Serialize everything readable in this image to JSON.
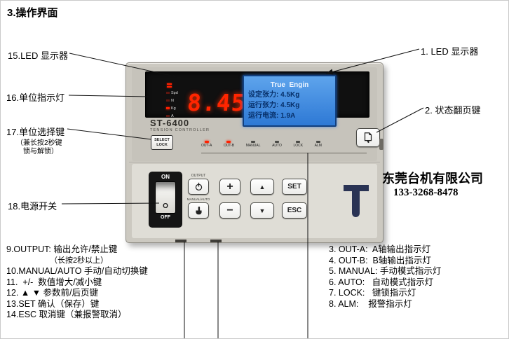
{
  "page": {
    "title": "3.操作界面"
  },
  "colors": {
    "lcd_blue": "#3f8ce4",
    "led_red": "#ff2000",
    "body_gray": "#ccc9c1"
  },
  "device": {
    "model": "ST-6400",
    "model_sub": "TENSION CONTROLLER",
    "led_display": "8.45",
    "unit_indicators": [
      "Spd",
      "N",
      "Kg",
      "A"
    ],
    "lcd": {
      "header": "True  Engin",
      "lines": [
        "设定张力: 4.5Kg",
        "运行张力: 4.5Kg",
        "运行电流: 1.9A"
      ]
    },
    "select_button": {
      "line1": "SELECT",
      "line2": "LOCK"
    },
    "indicators": [
      "OUT-A",
      "OUT-B",
      "MANUAL",
      "AUTO",
      "LOCK",
      "ALM"
    ],
    "power": {
      "on_label": "ON",
      "off_label": "OFF",
      "rocker_mark": "O"
    },
    "keys": {
      "output_label": "OUTPUT",
      "manual_auto_label": "MANUAL/AUTO",
      "plus": "+",
      "minus": "−",
      "up": "▲",
      "down": "▼",
      "set": "SET",
      "esc": "ESC"
    }
  },
  "callouts": {
    "led_display_left": "15.LED 显示器",
    "unit_lamp": "16.单位指示灯",
    "unit_select": "17.单位选择键",
    "unit_select_sub1": "（兼长按2秒键",
    "unit_select_sub2": "锁与解锁）",
    "power_switch": "18.电源开关",
    "led_display_right": "1. LED 显示器",
    "page_key": "2. 状态翻页键"
  },
  "company": {
    "name": "东莞台机有限公司",
    "phone": "133-3268-8478"
  },
  "notes_left": [
    "9.OUTPUT: 输出允许/禁止键",
    "（长按2秒以上）",
    "10.MANUAL/AUTO 手动/自动切换键",
    "11.  +/-  数值增大/减小键",
    "12. ▲ ▼ 参数前/后页键",
    "13.SET 确认（保存）键",
    "14.ESC 取消键（兼报警取消）"
  ],
  "notes_right": [
    "3. OUT-A:  A轴输出指示灯",
    "4. OUT-B:  B轴输出指示灯",
    "5. MANUAL: 手动模式指示灯",
    "6. AUTO:   自动模式指示灯",
    "7. LOCK:   键锁指示灯",
    "8. ALM:    报警指示灯"
  ]
}
